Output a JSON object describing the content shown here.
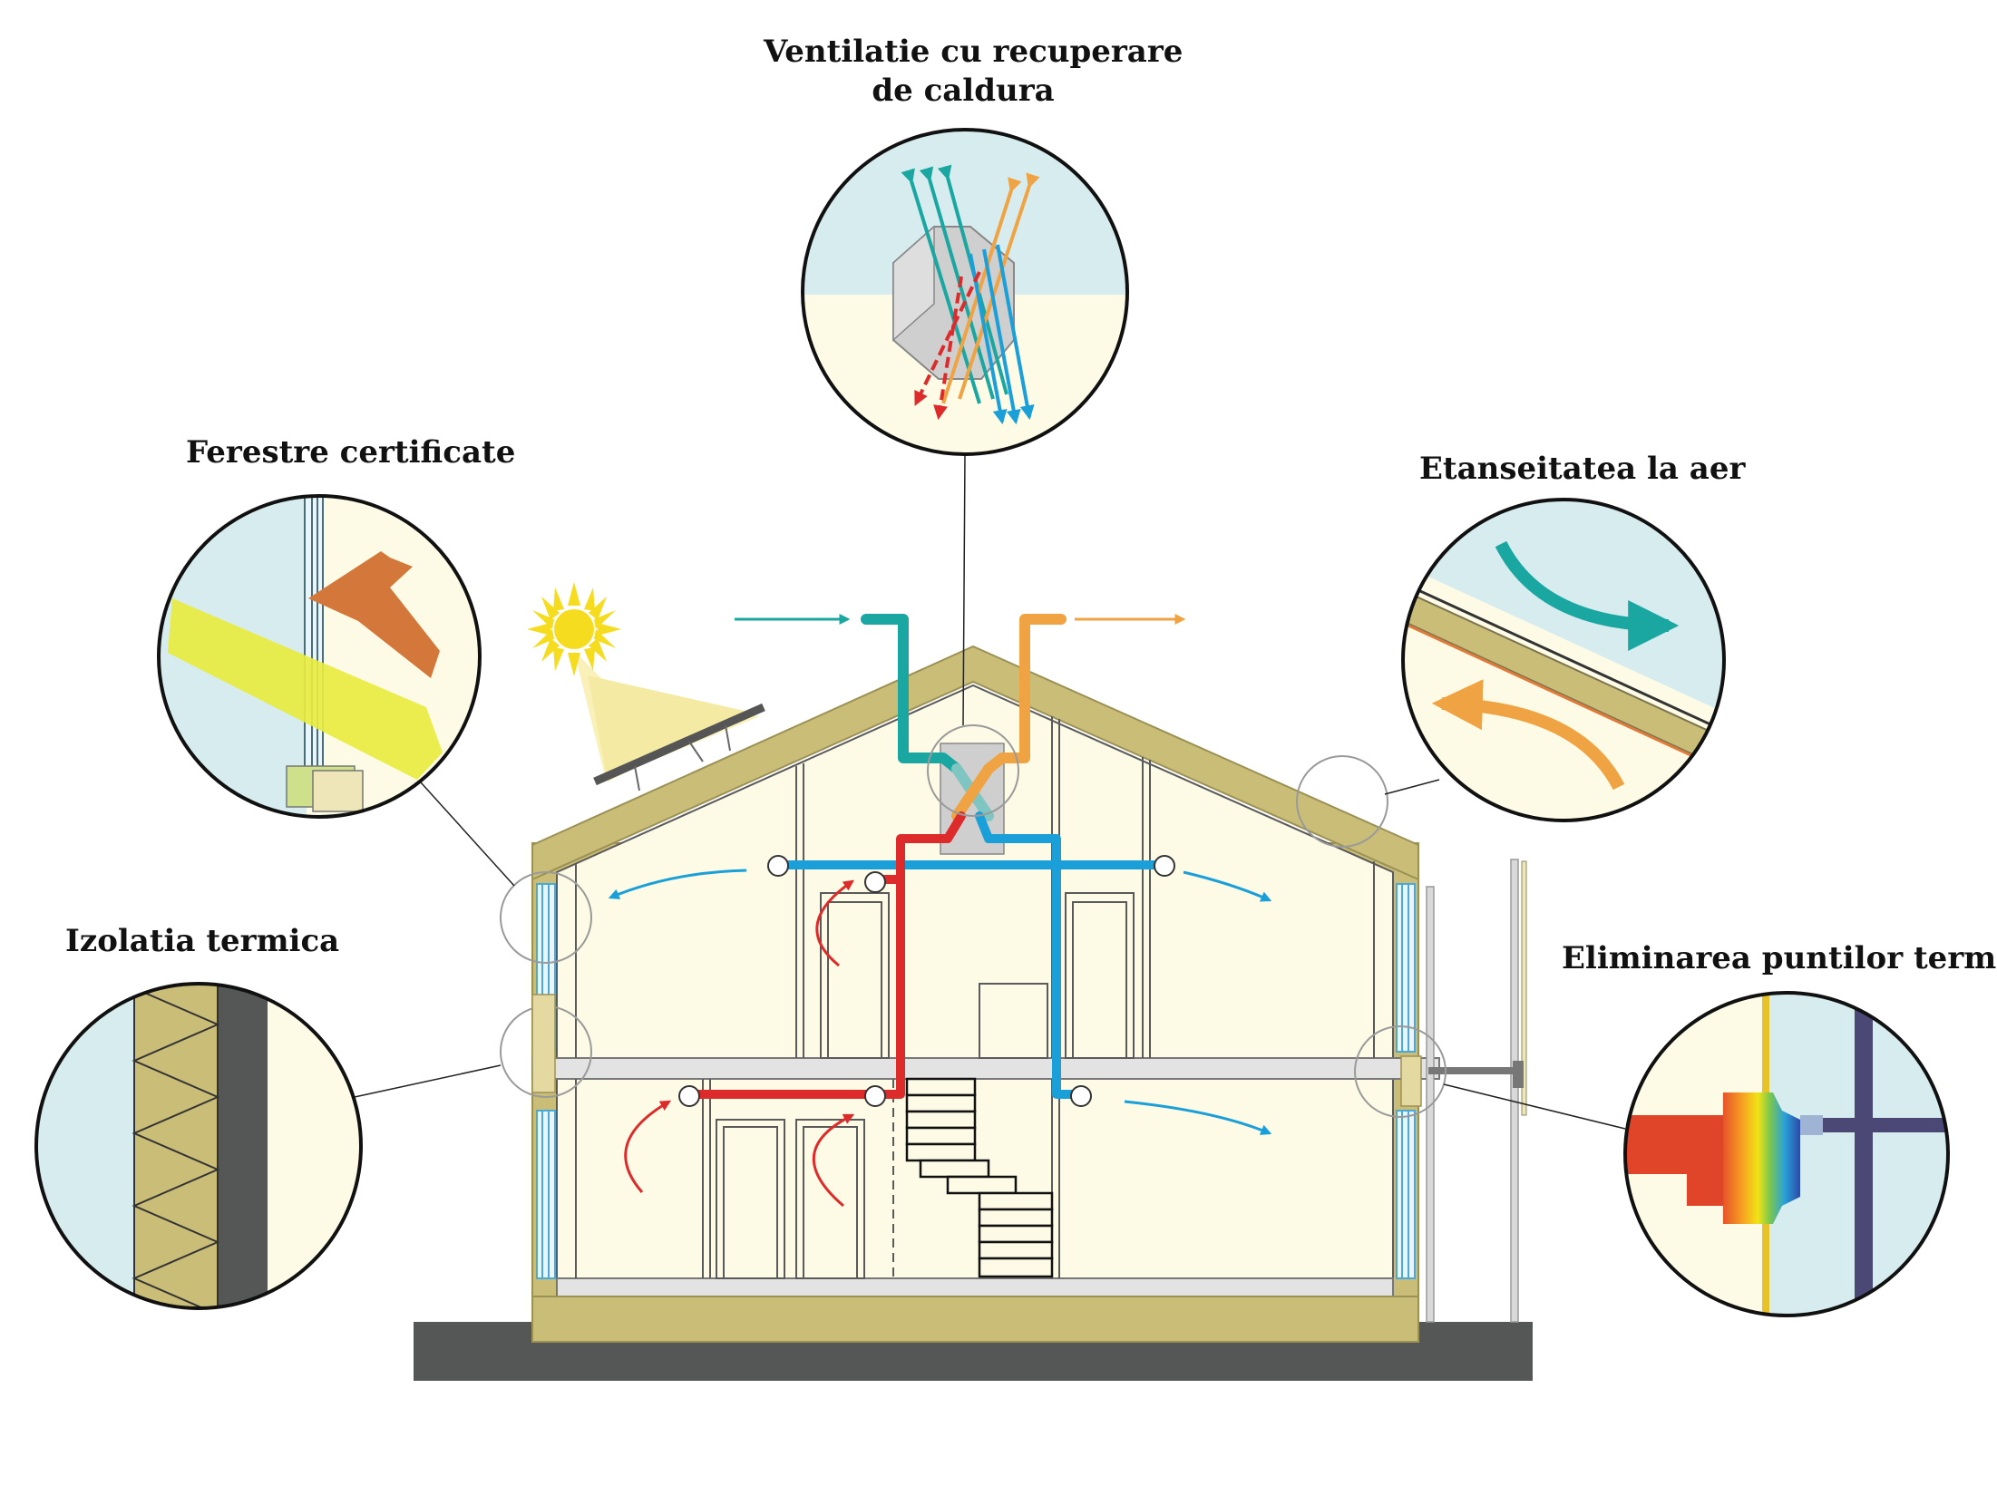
{
  "labels": {
    "ventilation": {
      "line1": "Ventilatie cu recuperare",
      "line2": "de caldura"
    },
    "windows": "Ferestre certificate",
    "airtightness": "Etanseitatea la aer",
    "insulation": "Izolatia termica",
    "thermal_bridges": "Eliminarea puntilor termice"
  },
  "colors": {
    "fresh_air": "#1aa7a1",
    "exhaust_air": "#f0a342",
    "supply_air": "#1a9fd9",
    "extract_air": "#dd2a2a",
    "insulation": "#c9bd78",
    "interior": "#fdfbe6",
    "outside": "#d7ecef",
    "ground": "#555756",
    "sun": "#f6dc1e"
  },
  "icons": [
    "sun-icon",
    "solar-panel-icon",
    "heat-exchanger-icon",
    "fan-icon",
    "stair-icon",
    "door-icon"
  ]
}
